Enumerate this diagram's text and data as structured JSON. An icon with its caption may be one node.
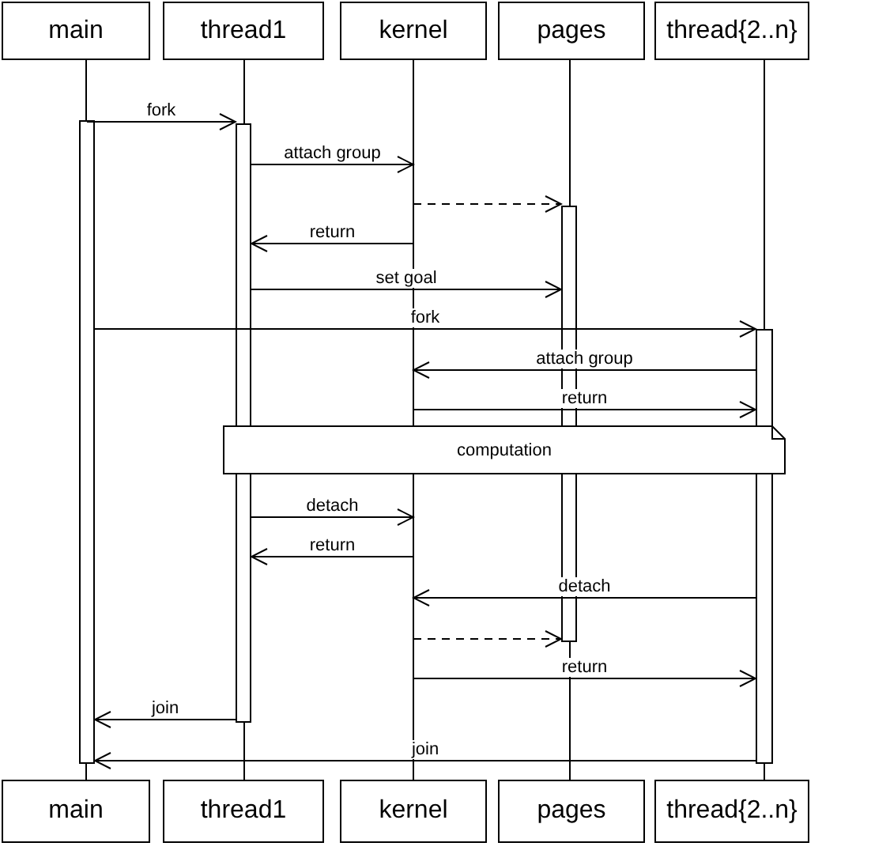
{
  "diagram": {
    "nodes": [
      {
        "text": [
          "main"
        ]
      },
      {
        "text": [
          "thread1"
        ]
      },
      {
        "text": [
          "kernel"
        ]
      },
      {
        "text": [
          "pages"
        ]
      },
      {
        "text": [
          "thread{2..n}"
        ]
      },
      {
        "text": [
          "main"
        ]
      },
      {
        "text": [
          "thread1"
        ]
      },
      {
        "text": [
          "kernel"
        ]
      },
      {
        "text": [
          "pages"
        ]
      },
      {
        "text": [
          "thread{2..n}"
        ]
      },
      {
        "text": [],
        "shape": "bar"
      },
      {
        "text": [],
        "shape": "bar"
      },
      {
        "text": [],
        "shape": "bar"
      },
      {
        "text": [],
        "shape": "bar"
      },
      {
        "text": [
          "computation"
        ]
      },
      {
        "text": [],
        "shape": "line"
      },
      {
        "text": [],
        "shape": "line"
      },
      {
        "text": [],
        "shape": "line"
      },
      {
        "text": [],
        "shape": "line"
      },
      {
        "text": [],
        "shape": "line"
      }
    ],
    "edges": [
      {
        "from": 10,
        "to": 11,
        "arrow": "to",
        "label": "fork"
      },
      {
        "from": 11,
        "to": 17,
        "arrow": "to",
        "label": "attach group"
      },
      {
        "from": 17,
        "to": 12,
        "arrow": "to",
        "style": "dashed"
      },
      {
        "from": 17,
        "to": 11,
        "arrow": "to",
        "label": "return"
      },
      {
        "from": 11,
        "to": 12,
        "arrow": "to",
        "label": "set goal"
      },
      {
        "from": 10,
        "to": 13,
        "arrow": "to",
        "label": "fork"
      },
      {
        "from": 13,
        "to": 17,
        "arrow": "to",
        "label": "attach group"
      },
      {
        "from": 17,
        "to": 13,
        "arrow": "to",
        "label": "return"
      },
      {
        "from": 11,
        "to": 17,
        "arrow": "to",
        "label": "detach"
      },
      {
        "from": 17,
        "to": 11,
        "arrow": "to",
        "label": "return"
      },
      {
        "from": 13,
        "to": 17,
        "arrow": "to",
        "label": "detach"
      },
      {
        "from": 17,
        "to": 12,
        "arrow": "to",
        "style": "dashed"
      },
      {
        "from": 17,
        "to": 13,
        "arrow": "to",
        "label": "return"
      },
      {
        "from": 11,
        "to": 10,
        "arrow": "to",
        "label": "join"
      },
      {
        "from": 13,
        "to": 10,
        "arrow": "to",
        "label": "join"
      }
    ]
  }
}
